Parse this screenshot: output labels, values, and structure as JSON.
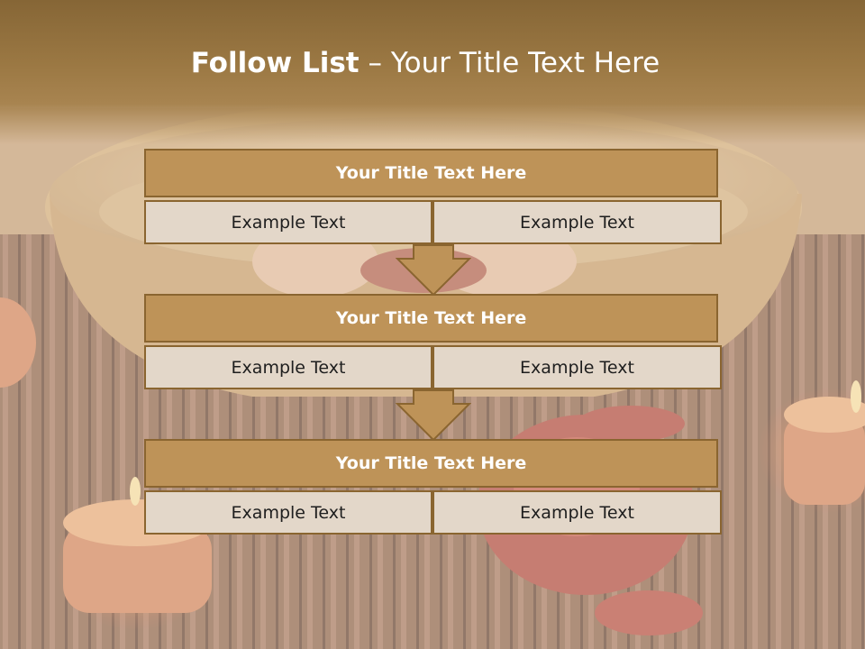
{
  "slide": {
    "title_bold": "Follow List",
    "title_rest": " – Your Title Text Here"
  },
  "steps": [
    {
      "title": "Your Title Text Here",
      "left": "Example Text",
      "right": "Example Text"
    },
    {
      "title": "Your Title Text Here",
      "left": "Example Text",
      "right": "Example Text"
    },
    {
      "title": "Your Title Text Here",
      "left": "Example Text",
      "right": "Example Text"
    }
  ],
  "colors": {
    "header_brown": "#9b7843",
    "title_fill": "#be9358",
    "cell_fill": "#e3d7c9",
    "border": "#8a6530"
  }
}
